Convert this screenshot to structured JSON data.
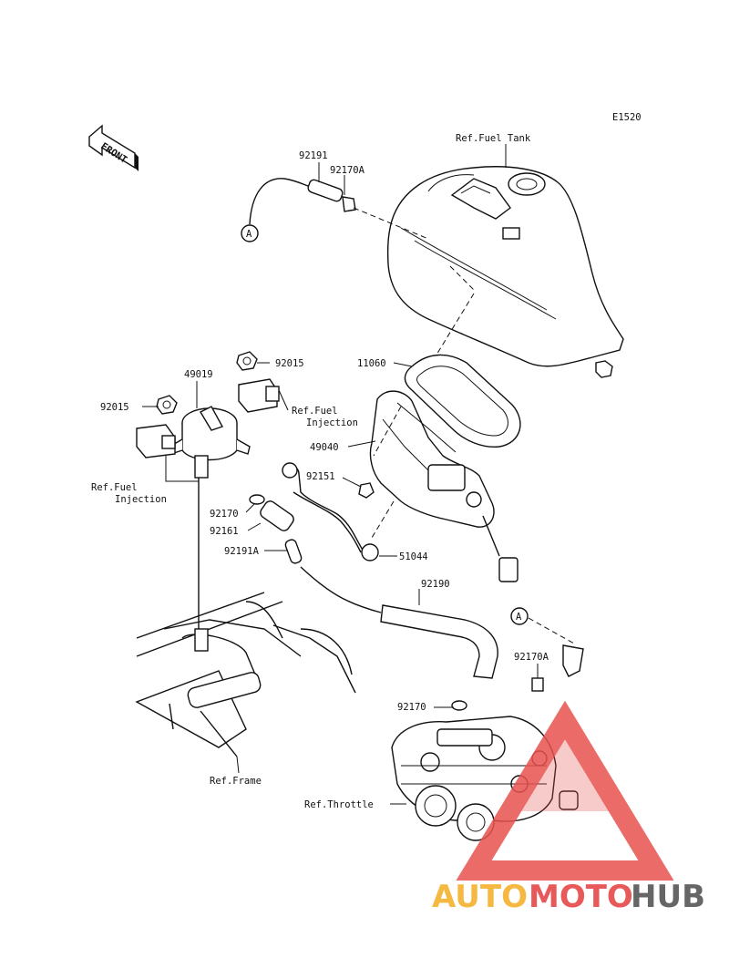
{
  "diagram_code": "E1520",
  "front_label": "FRONT",
  "connector_label": "A",
  "callouts": {
    "ref_fuel_tank": "Ref.Fuel Tank",
    "p92191": "92191",
    "p92170A_top": "92170A",
    "p11060": "11060",
    "p92015_right": "92015",
    "p49019": "49019",
    "p92015_left": "92015",
    "ref_fuel_injection_right_1": "Ref.Fuel",
    "ref_fuel_injection_right_2": "Injection",
    "p49040": "49040",
    "ref_fuel_injection_left_1": "Ref.Fuel",
    "ref_fuel_injection_left_2": "Injection",
    "p92151": "92151",
    "p92170_left": "92170",
    "p92161": "92161",
    "p92191A": "92191A",
    "p51044": "51044",
    "p92190": "92190",
    "p92170A_bottom": "92170A",
    "p92170_bottom": "92170",
    "ref_frame": "Ref.Frame",
    "ref_throttle": "Ref.Throttle"
  },
  "watermark": {
    "part1": "AUTO",
    "part2": "MOTO",
    "part3": "HUB",
    "colors": {
      "auto": "#f5b942",
      "moto": "#e85a5a",
      "hub": "#666666",
      "logo": "#e8524f"
    }
  }
}
